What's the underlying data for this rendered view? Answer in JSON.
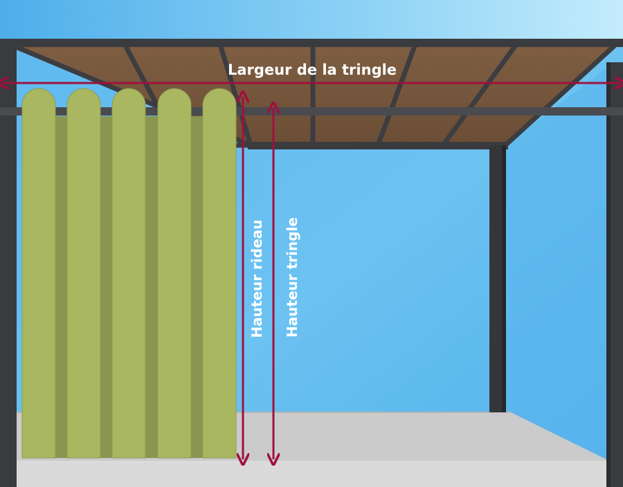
{
  "labels": {
    "width": "Largeur de la tringle",
    "curtain_height": "Hauteur rideau",
    "rod_height": "Hauteur tringle"
  },
  "colors": {
    "sky_top": "#5db8ef",
    "sky_bottom": "#4aaee8",
    "band_light": "#b8e6fb",
    "frame": "#38393b",
    "roof_panel": "#7a5a3f",
    "curtain_front": "#a9b760",
    "curtain_fold": "#8a9550",
    "floor": "#c9c9c9",
    "dimension_line": "#a0113d"
  }
}
